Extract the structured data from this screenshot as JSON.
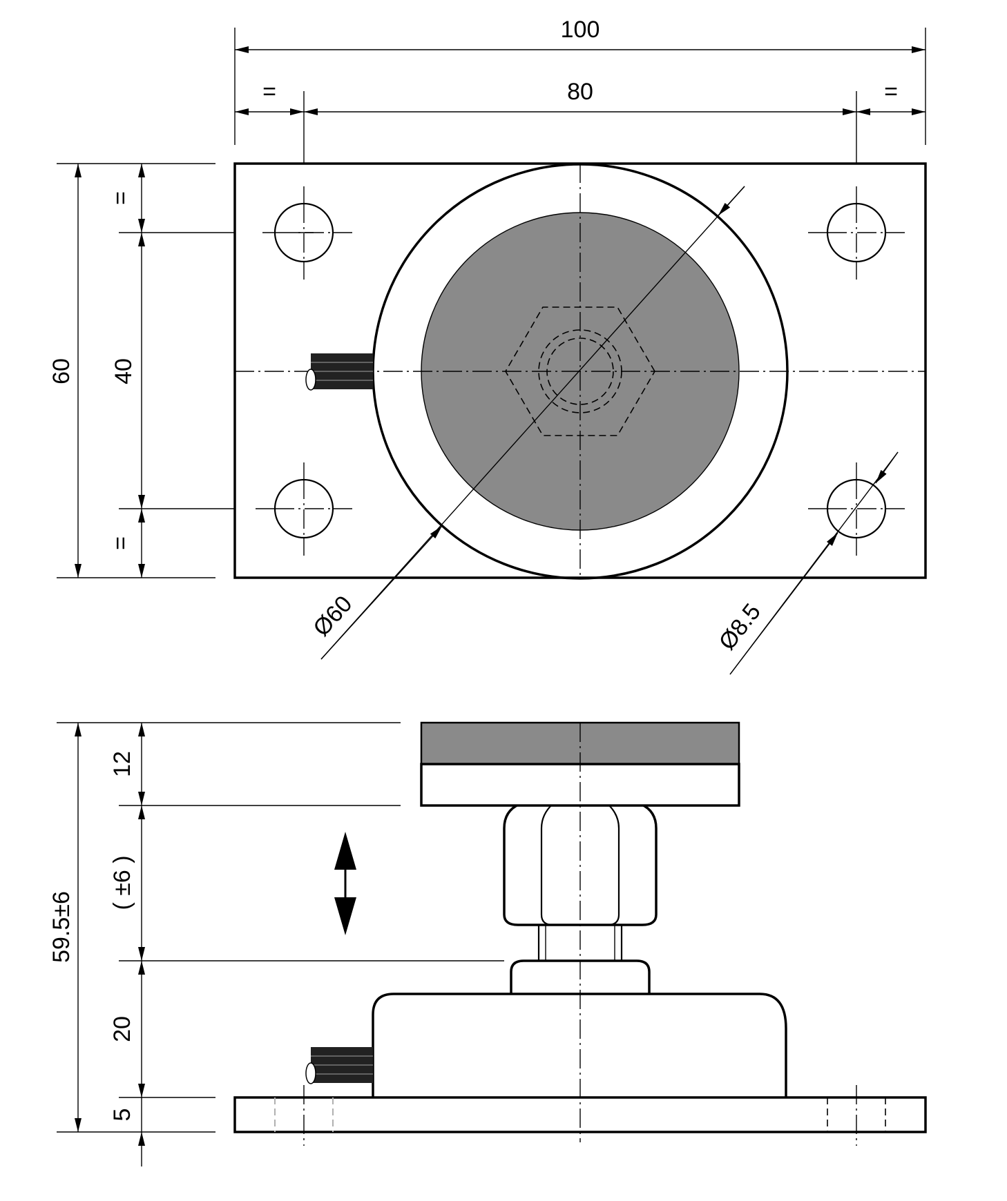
{
  "colors": {
    "line": "#000000",
    "fill": "#8a8a8a",
    "background": "#ffffff",
    "cable": "#222222"
  },
  "dimensions": {
    "overall_width": "100",
    "hole_spacing_x": "80",
    "equal_sign": "=",
    "overall_height": "60",
    "hole_spacing_y": "40",
    "pad_diameter": "Ø60",
    "hole_diameter": "Ø8.5",
    "total_height": "59.5±6",
    "pad_thickness": "12",
    "adjust_range": "( ±6 )",
    "body_height": "20",
    "base_thickness": "5"
  }
}
